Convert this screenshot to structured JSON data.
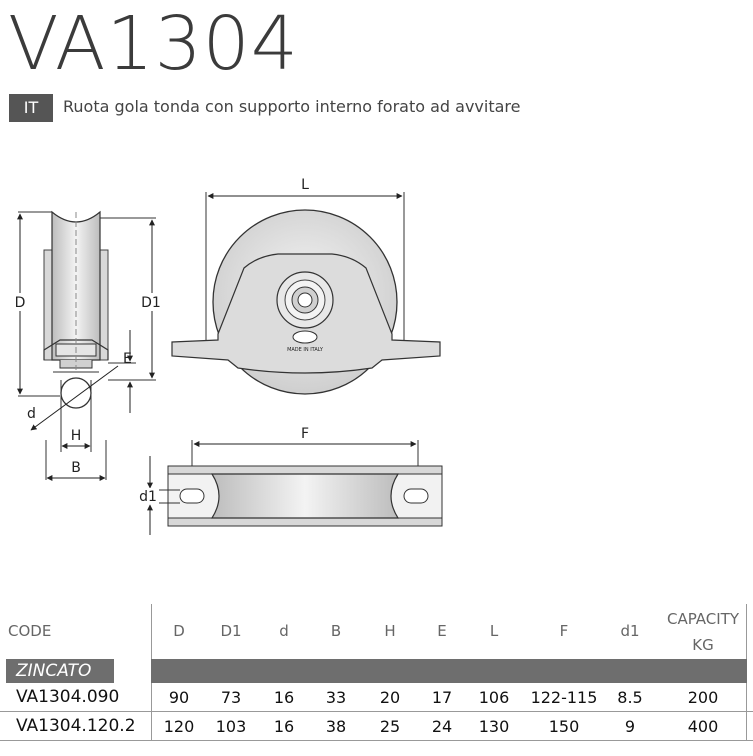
{
  "title": "VA1304",
  "lang": "IT",
  "subtitle": "Ruota gola tonda con supporto interno forato ad avvitare",
  "drawing": {
    "labels": {
      "L": "L",
      "D": "D",
      "D1": "D1",
      "E": "E",
      "d": "d",
      "H": "H",
      "B": "B",
      "F": "F",
      "d1": "d1"
    },
    "stamp": "MADE IN ITALY"
  },
  "table": {
    "columns": [
      "CODE",
      "D",
      "D1",
      "d",
      "B",
      "H",
      "E",
      "L",
      "F",
      "d1",
      "CAPACITY",
      "KG"
    ],
    "group": "ZINCATO",
    "rows": [
      [
        "VA1304.090",
        "90",
        "73",
        "16",
        "33",
        "20",
        "17",
        "106",
        "122-115",
        "8.5",
        "200"
      ],
      [
        "VA1304.120.2",
        "120",
        "103",
        "16",
        "38",
        "25",
        "24",
        "130",
        "150",
        "9",
        "400"
      ]
    ]
  }
}
